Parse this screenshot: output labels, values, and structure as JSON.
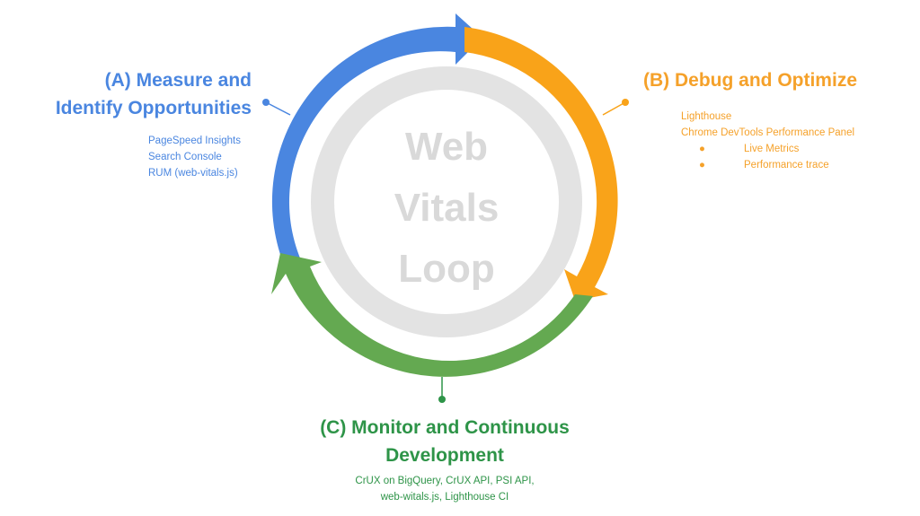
{
  "center": {
    "lines": [
      "Web",
      "Vitals",
      "Loop"
    ]
  },
  "colors": {
    "blue": "#4a86e0",
    "orange": "#f9a319",
    "green": "#64a951",
    "gray_ring": "#e3e3e3",
    "center_text": "#d9d9d9"
  },
  "stages": {
    "a": {
      "title_line1": "(A) Measure and",
      "title_line2": "Identify Opportunities",
      "items": [
        "PageSpeed Insights",
        "Search Console",
        "RUM (web-vitals.js)"
      ]
    },
    "b": {
      "title": "(B) Debug and Optimize",
      "items": [
        "Lighthouse",
        "Chrome DevTools Performance Panel"
      ],
      "subitems": [
        "Live Metrics",
        "Performance trace"
      ]
    },
    "c": {
      "title_line1": "(C) Monitor and Continuous",
      "title_line2": "Development",
      "items": [
        "CrUX on BigQuery, CrUX API, PSI API,",
        "web-witals.js, Lighthouse CI"
      ]
    }
  }
}
